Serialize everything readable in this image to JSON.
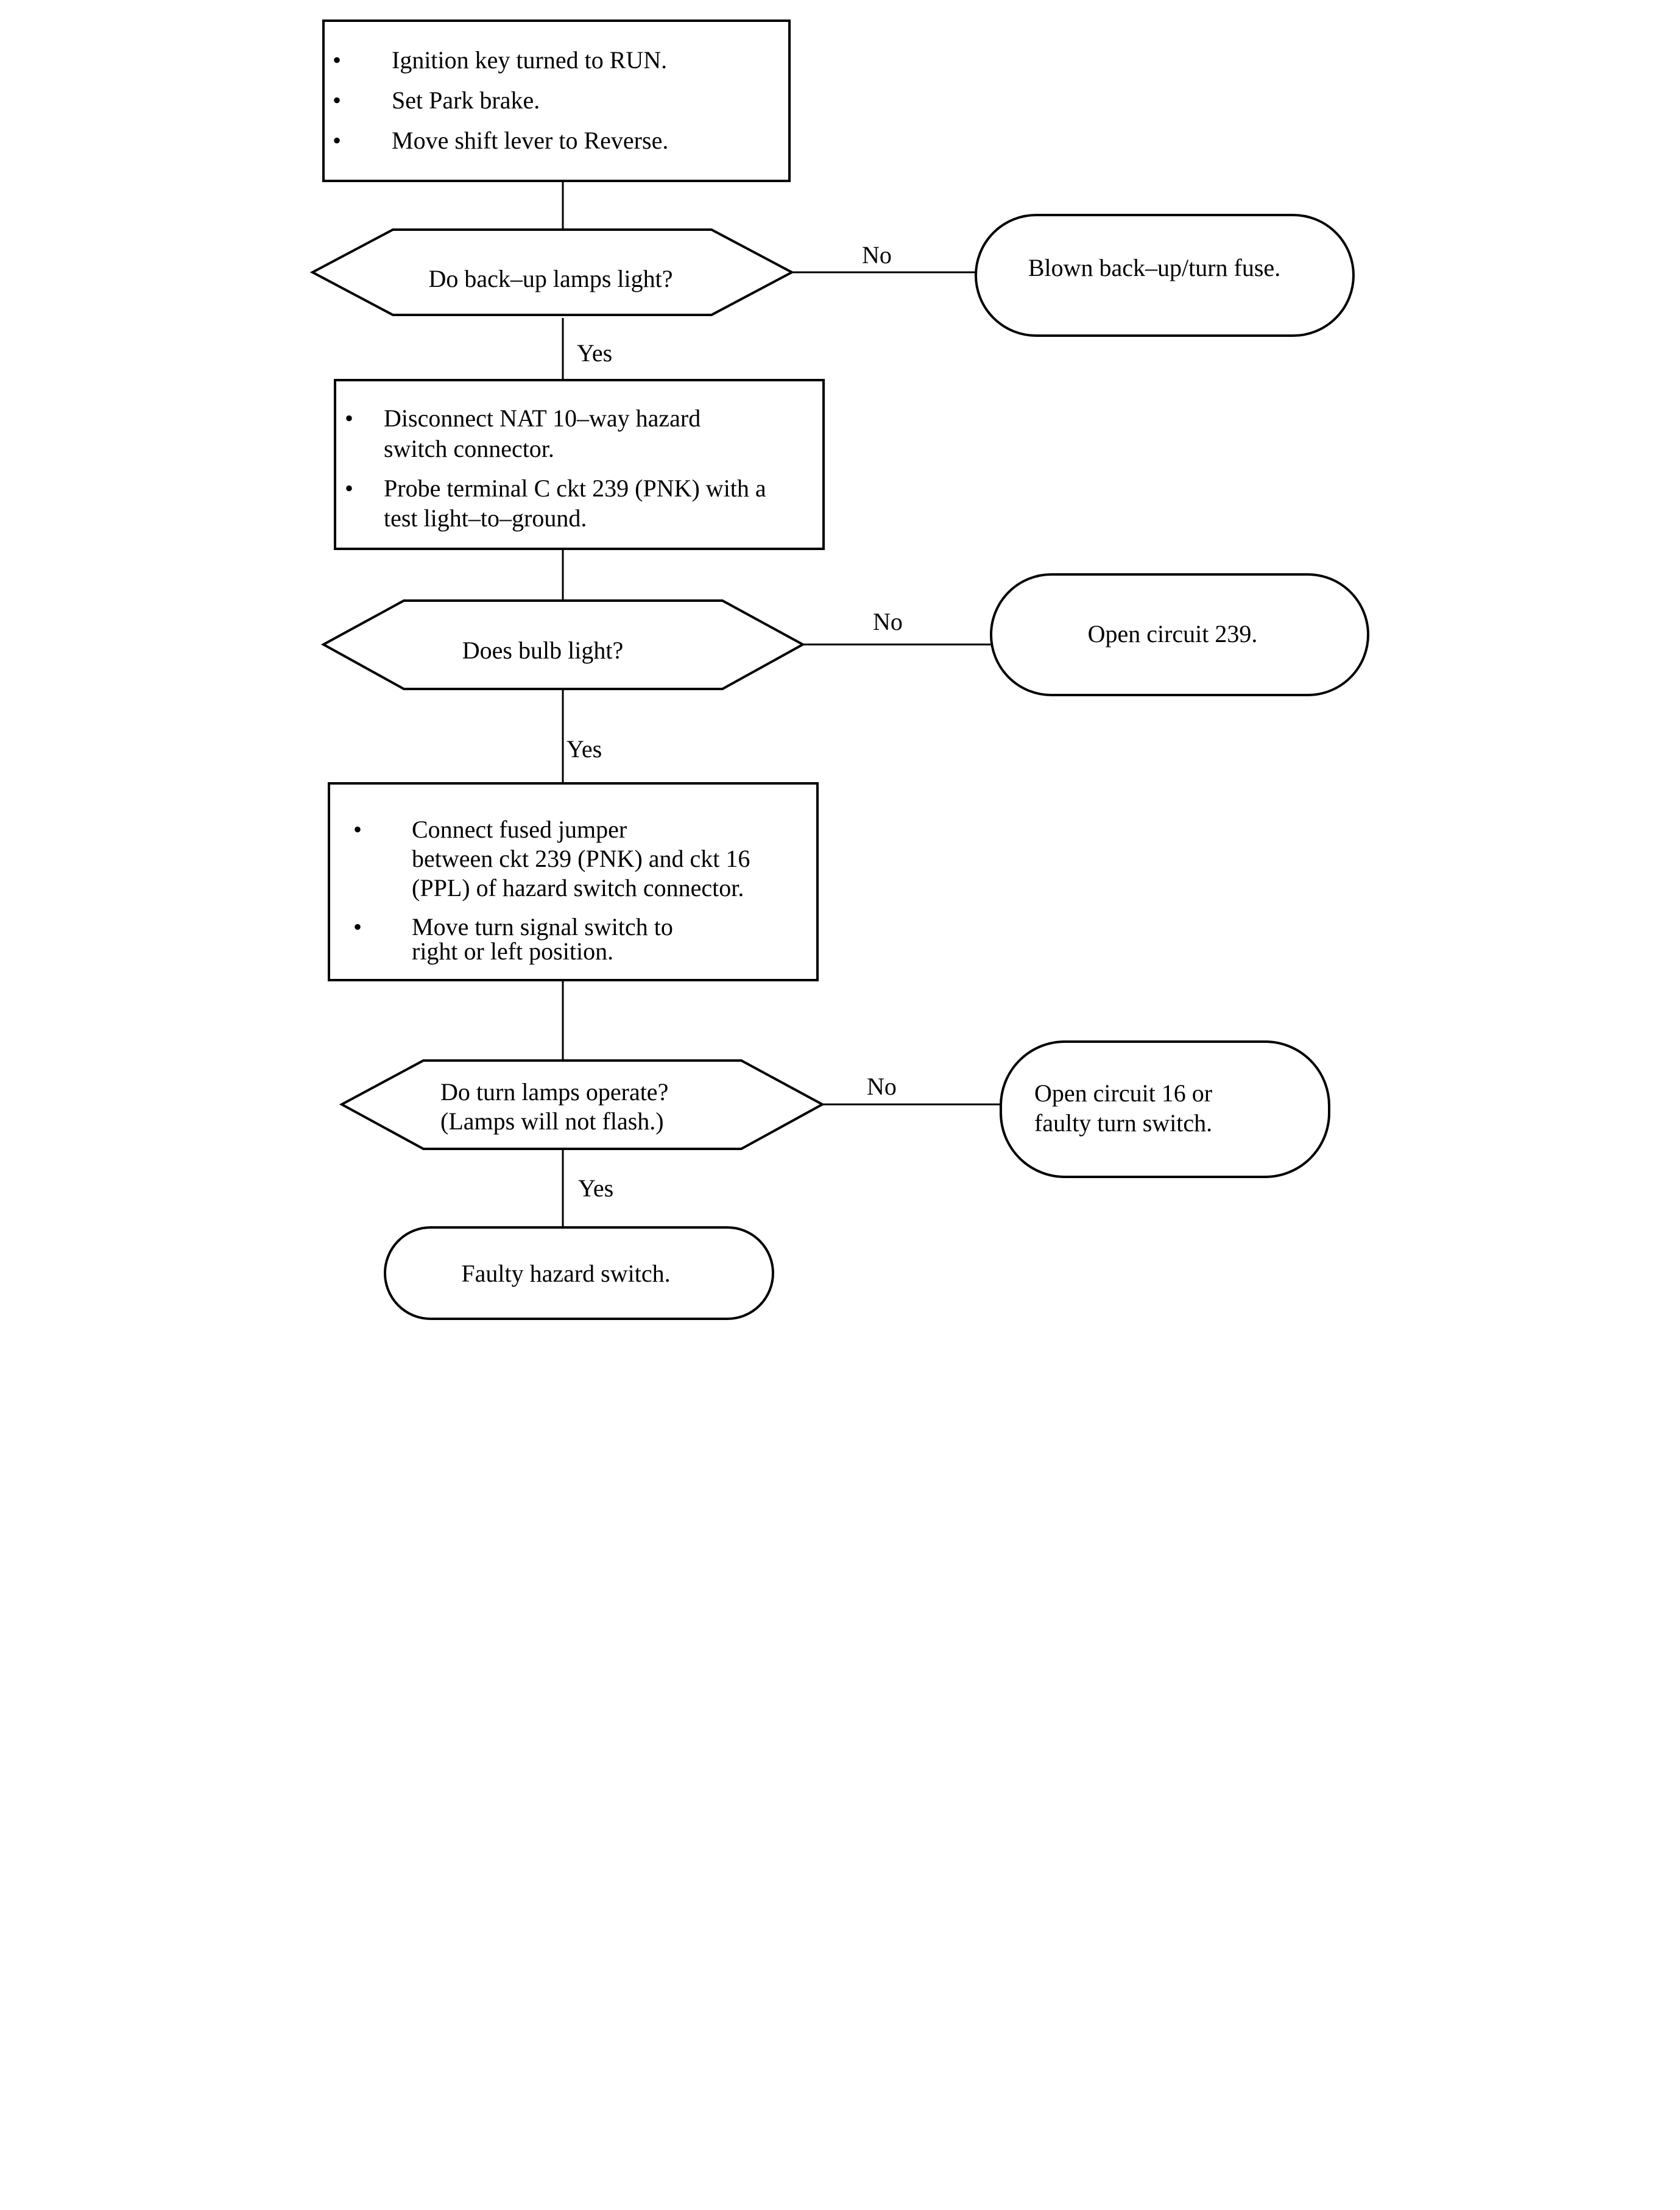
{
  "step1": {
    "items": [
      "Ignition key turned to RUN.",
      "Set Park brake.",
      "Move shift lever to Reverse."
    ]
  },
  "decision1": {
    "lines": [
      "Do back–up lamps light?"
    ]
  },
  "no1": "No",
  "result1": {
    "lines": [
      "Blown back–up/turn fuse."
    ]
  },
  "yes1": "Yes",
  "step2": {
    "items": [
      [
        "Disconnect NAT 10–way hazard",
        "switch connector."
      ],
      [
        "Probe terminal C ckt 239 (PNK) with a",
        "test light–to–ground."
      ]
    ]
  },
  "decision2": {
    "lines": [
      "Does bulb light?"
    ]
  },
  "no2": "No",
  "result2": {
    "lines": [
      "Open circuit 239."
    ]
  },
  "yes2": "Yes",
  "step3": {
    "items": [
      [
        "Connect fused jumper",
        "between ckt 239 (PNK) and ckt 16",
        "(PPL) of hazard switch connector."
      ],
      [
        "Move turn signal switch to",
        "right or left position."
      ]
    ]
  },
  "decision3": {
    "lines": [
      "Do turn lamps operate?",
      "(Lamps will not flash.)"
    ]
  },
  "no3": "No",
  "result3": {
    "lines": [
      "Open circuit 16 or",
      "faulty turn switch."
    ]
  },
  "yes3": "Yes",
  "result4": {
    "lines": [
      "Faulty hazard switch."
    ]
  },
  "bullet_glyph": "•"
}
